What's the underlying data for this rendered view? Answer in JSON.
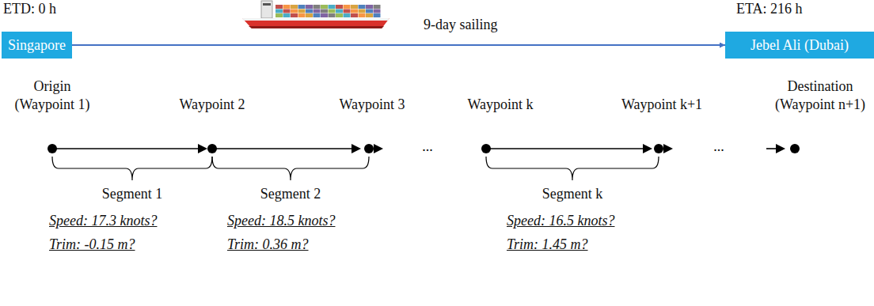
{
  "diagram": {
    "nodes": [
      {
        "text": [
          "Singapore"
        ]
      },
      {
        "text": [
          "Jebel Ali (Dubai)"
        ]
      }
    ],
    "edges": [
      {
        "from": 0,
        "to": 1,
        "arrow": "to"
      }
    ],
    "labels": [
      "ETD: 0 h",
      "ETA: 216 h",
      "9-day sailing",
      "Origin (Waypoint 1)",
      "Waypoint 2",
      "Waypoint 3",
      "Waypoint k",
      "Waypoint k+1",
      "Destination (Waypoint n+1)",
      "...",
      "...",
      "Segment 1",
      "Segment 2",
      "Segment k",
      "Speed: 17.3 knots?",
      "Trim: -0.15 m?",
      "Speed: 18.5 knots?",
      "Trim: 0.36 m?",
      "Speed: 16.5 knots?",
      "Trim: 1.45 m?"
    ]
  }
}
